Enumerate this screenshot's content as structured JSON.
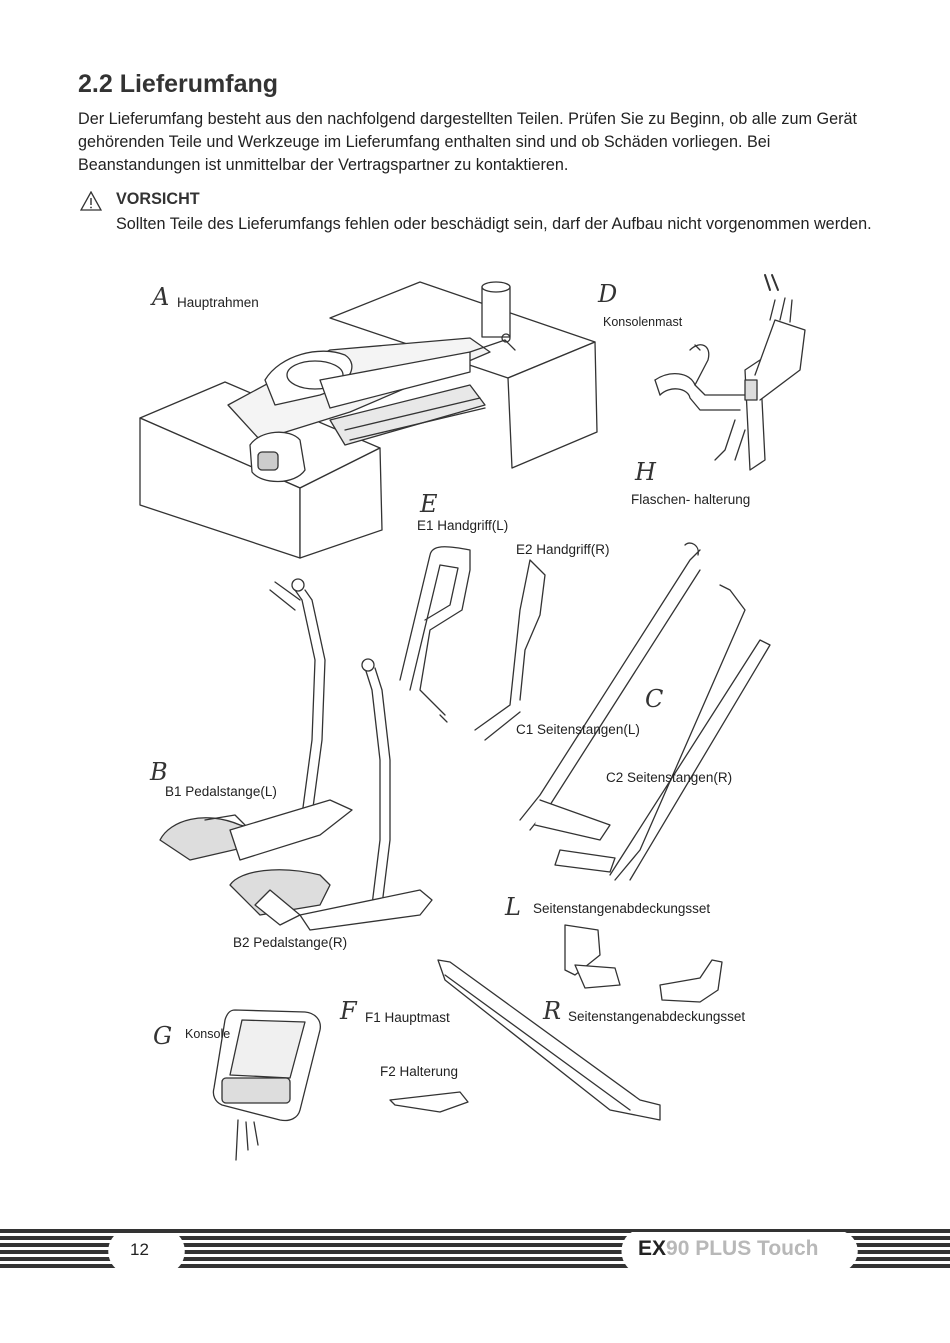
{
  "section": {
    "title": "2.2 Lieferumfang",
    "intro": "Der Lieferumfang besteht aus den nachfolgend dargestellten Teilen. Prüfen Sie zu Beginn, ob alle zum Gerät gehörenden Teile und Werkzeuge im Lieferumfang enthalten sind und ob Schäden vorliegen. Bei Beanstandungen ist unmittelbar der Vertragspartner zu kontaktieren."
  },
  "warning": {
    "icon": "warning-triangle-icon",
    "title": "VORSICHT",
    "text": "Sollten Teile des Lieferumfangs fehlen oder beschädigt sein, darf der Aufbau nicht vorgenommen werden."
  },
  "parts": {
    "A": {
      "letter": "A",
      "label": "Hauptrahmen"
    },
    "D": {
      "letter": "D",
      "label": "Konsolenmast"
    },
    "H": {
      "letter": "H",
      "label": "Flaschen- halterung"
    },
    "E": {
      "letter": "E",
      "label1": "E1 Handgriff(L)",
      "label2": "E2 Handgriff(R)"
    },
    "C": {
      "letter": "C",
      "label1": "C1 Seitenstangen(L)",
      "label2": "C2 Seitenstangen(R)"
    },
    "B": {
      "letter": "B",
      "label1": "B1 Pedalstange(L)",
      "label2": "B2 Pedalstange(R)"
    },
    "L": {
      "letter": "L",
      "label": "Seitenstangenabdeckungsset"
    },
    "F": {
      "letter": "F",
      "label1": "F1 Hauptmast",
      "label2": "F2 Halterung"
    },
    "R": {
      "letter": "R",
      "label": "Seitenstangenabdeckungsset"
    },
    "G": {
      "letter": "G",
      "label": "Konsole"
    }
  },
  "footer": {
    "page_number": "12",
    "brand_ex": "EX",
    "brand_rest": "90 PLUS Touch"
  }
}
